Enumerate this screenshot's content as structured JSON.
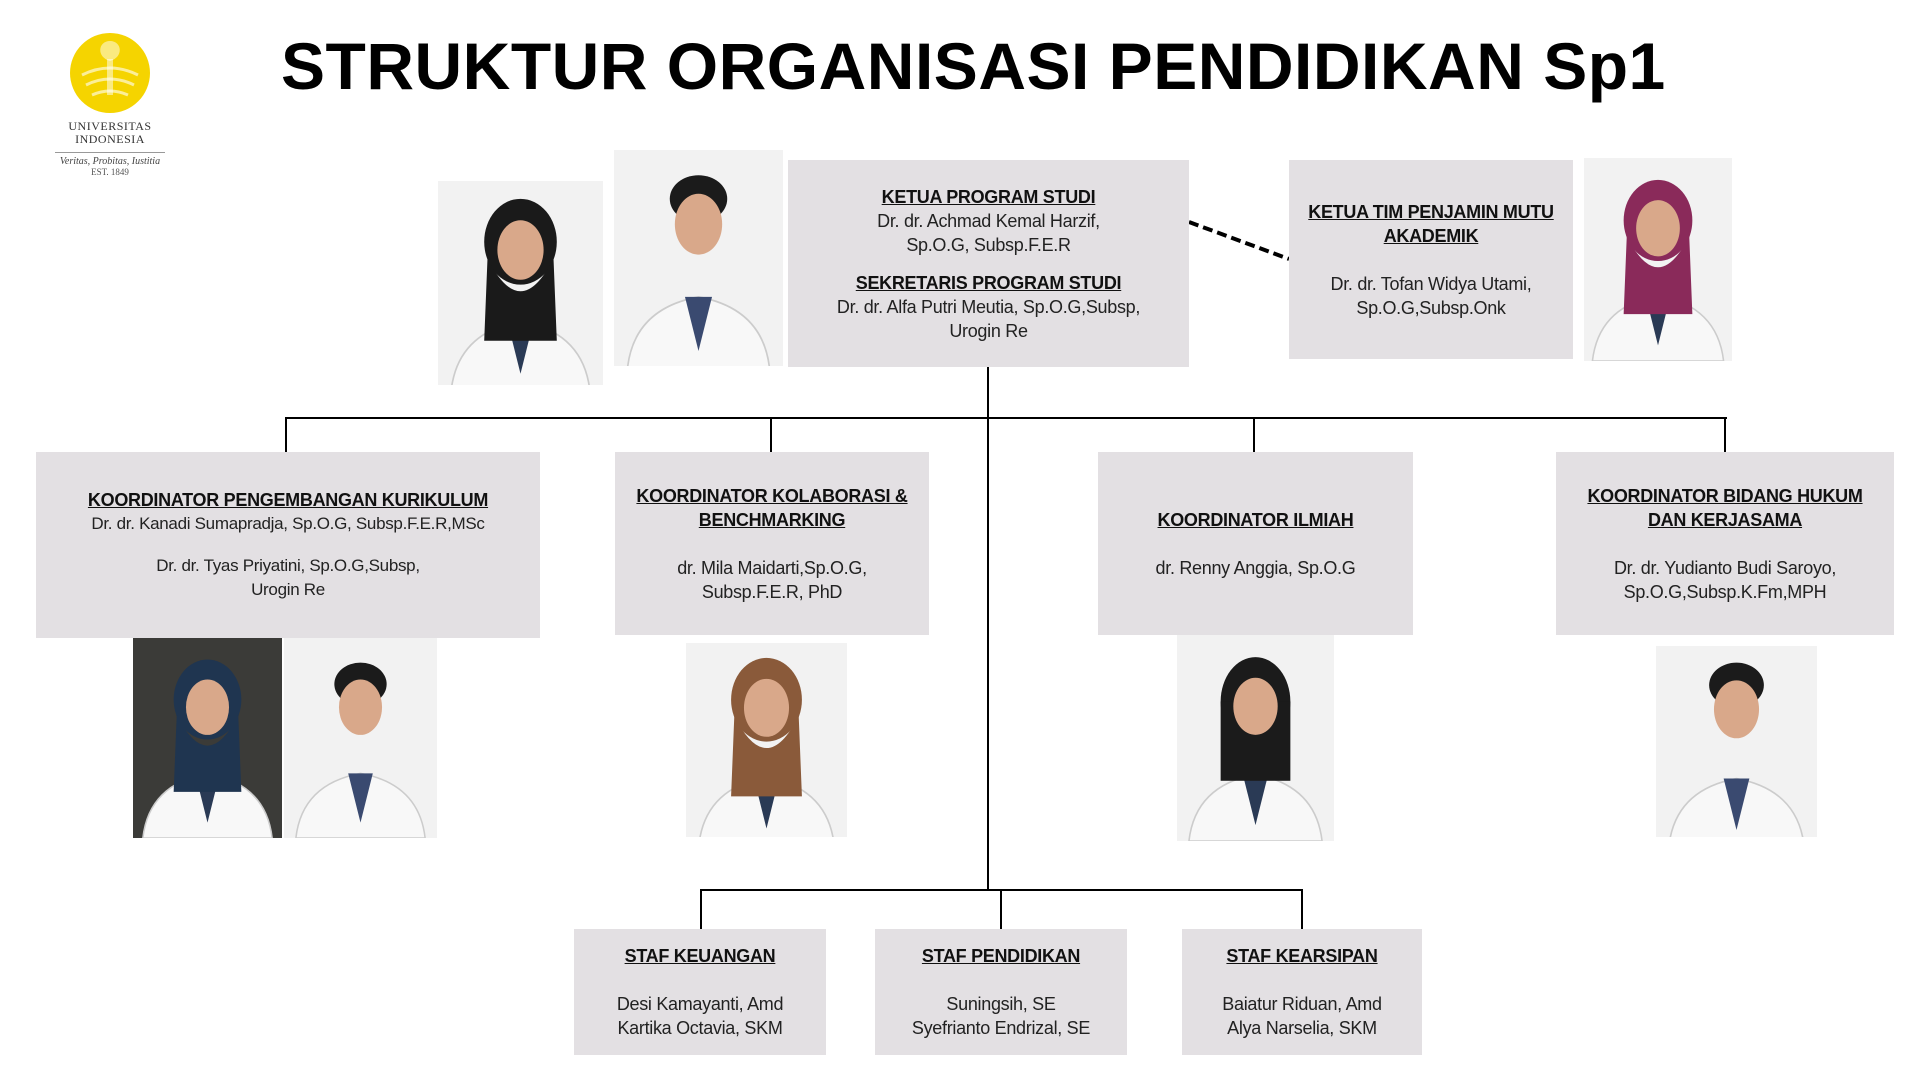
{
  "title": "STRUKTUR ORGANISASI PENDIDIKAN Sp1",
  "logo": {
    "line1": "UNIVERSITAS",
    "line2": "INDONESIA",
    "motto": "Veritas, Probitas, Iustitia",
    "est": "EST. 1849",
    "color": "#f5d400"
  },
  "colors": {
    "box": "#e3e0e3",
    "line": "#000000"
  },
  "head": {
    "role1": "KETUA PROGRAM STUDI",
    "name1a": "Dr. dr. Achmad Kemal Harzif,",
    "name1b": "Sp.O.G, Subsp.F.E.R",
    "role2": "SEKRETARIS PROGRAM STUDI",
    "name2a": "Dr. dr. Alfa Putri Meutia, Sp.O.G,Subsp,",
    "name2b": "Urogin Re"
  },
  "quality": {
    "role_a": "KETUA TIM PENJAMIN MUTU",
    "role_b": "AKADEMIK",
    "name_a": "Dr. dr. Tofan Widya Utami,",
    "name_b": "Sp.O.G,Subsp.Onk"
  },
  "coordinators": [
    {
      "role_a": "KOORDINATOR PENGEMBANGAN KURIKULUM",
      "name_a": "Dr. dr. Kanadi Sumapradja, Sp.O.G, Subsp.F.E.R,MSc",
      "name_b": "Dr. dr. Tyas Priyatini, Sp.O.G,Subsp,",
      "name_c": "Urogin Re"
    },
    {
      "role_a": "KOORDINATOR KOLABORASI &",
      "role_b": "BENCHMARKING",
      "name_a": "dr. Mila Maidarti,Sp.O.G,",
      "name_b": "Subsp.F.E.R, PhD"
    },
    {
      "role_a": "KOORDINATOR ILMIAH",
      "name_a": "dr. Renny Anggia, Sp.O.G"
    },
    {
      "role_a": "KOORDINATOR BIDANG HUKUM",
      "role_b": "DAN KERJASAMA",
      "name_a": "Dr. dr. Yudianto Budi Saroyo,",
      "name_b": "Sp.O.G,Subsp.K.Fm,MPH"
    }
  ],
  "staff": [
    {
      "role": "STAF KEUANGAN",
      "name_a": "Desi Kamayanti, Amd",
      "name_b": "Kartika Octavia, SKM"
    },
    {
      "role": "STAF PENDIDIKAN",
      "name_a": "Suningsih, SE",
      "name_b": "Syefrianto Endrizal, SE"
    },
    {
      "role": "STAF KEARSIPAN",
      "name_a": "Baiatur Riduan, Amd",
      "name_b": "Alya Narselia, SKM"
    }
  ]
}
